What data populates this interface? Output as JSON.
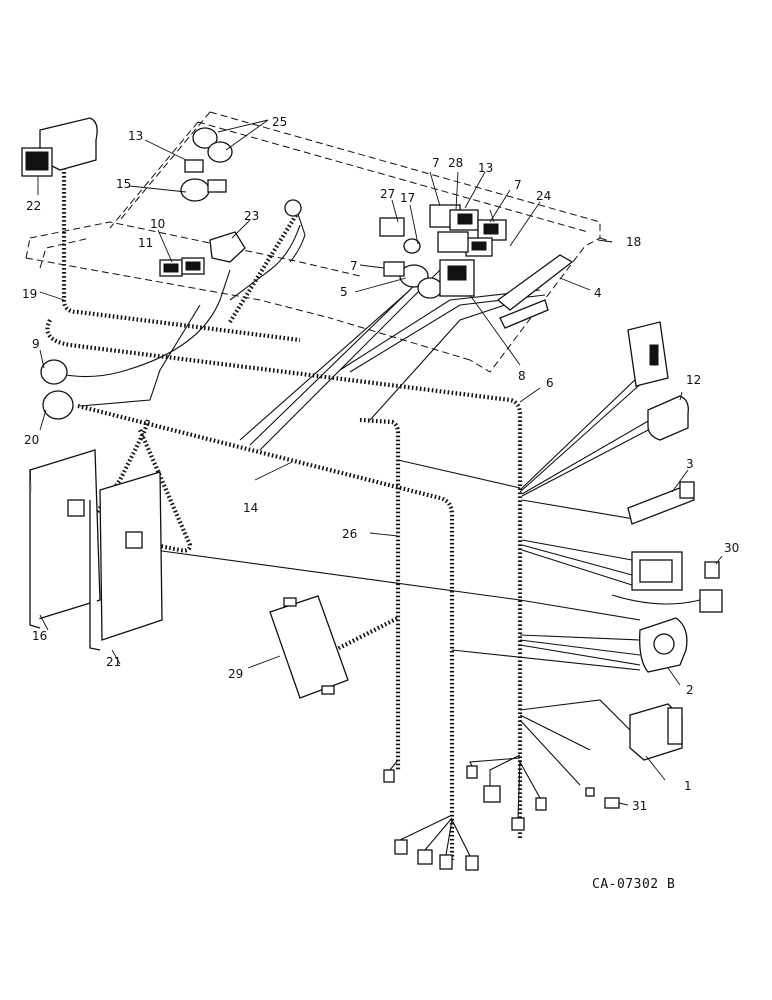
{
  "drawing_code": "CA-07302 B",
  "callouts": [
    "1",
    "2",
    "3",
    "4",
    "5",
    "6",
    "7",
    "7",
    "7",
    "8",
    "9",
    "10",
    "11",
    "12",
    "13",
    "13",
    "14",
    "15",
    "16",
    "17",
    "18",
    "19",
    "20",
    "21",
    "22",
    "23",
    "24",
    "25",
    "26",
    "27",
    "28",
    "29",
    "30",
    "31"
  ]
}
